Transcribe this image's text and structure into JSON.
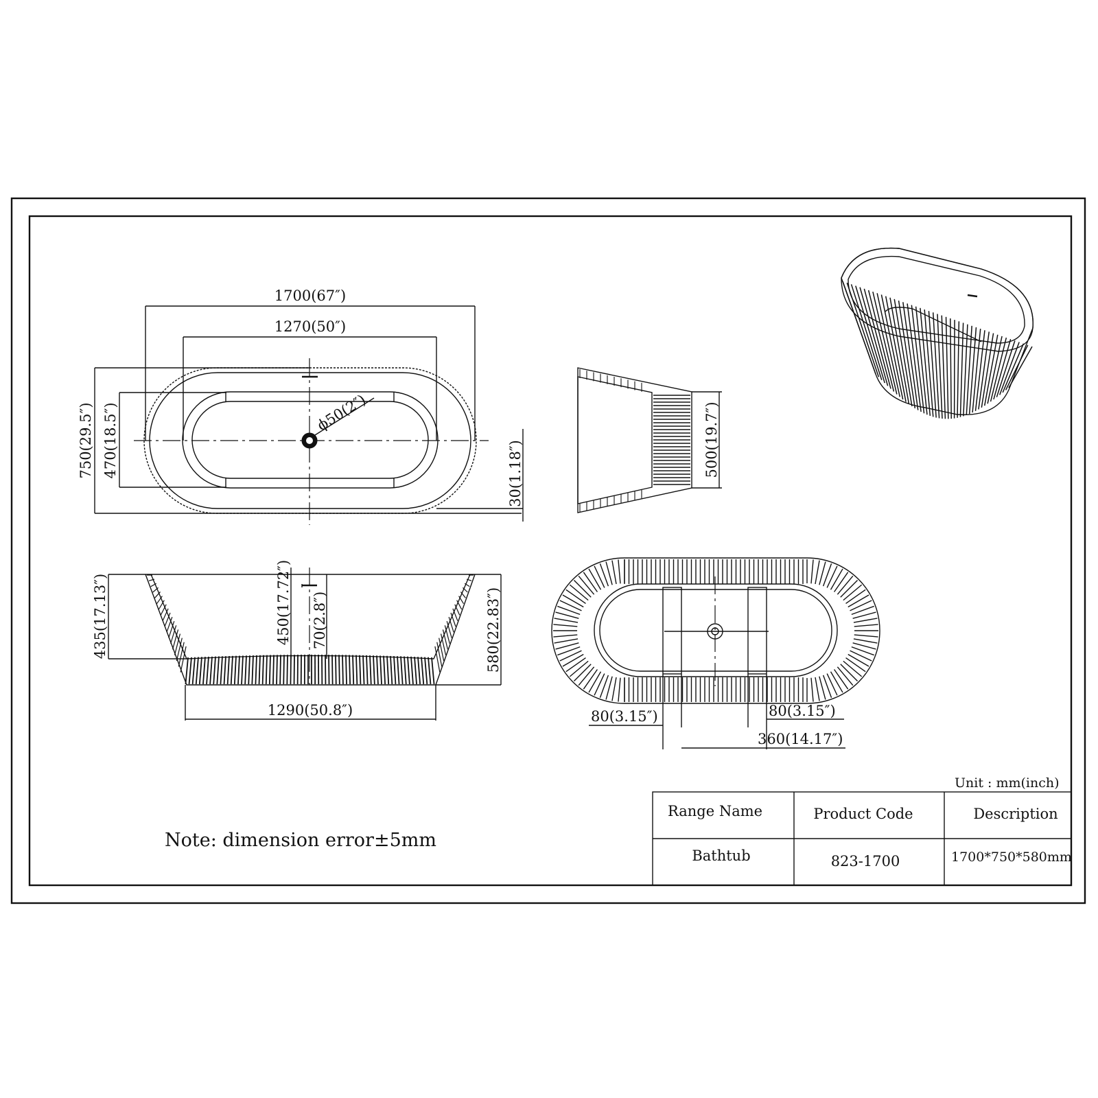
{
  "drawing": {
    "unit_label": "Unit : mm(inch)",
    "note": "Note: dimension error±5mm",
    "top_view": {
      "dim_length": "1700(67″)",
      "dim_inner_length": "1270(50″)",
      "dim_width": "750(29.5″)",
      "dim_inner_width": "470(18.5″)",
      "dim_drain": "ϕ50(2″)",
      "dim_rim": "30(1.18″)"
    },
    "end_view": {
      "dim_base_width": "500(19.7″)"
    },
    "side_view": {
      "dim_height_inner": "435(17.13″)",
      "dim_depth": "450(17.72″)",
      "dim_overflow": "70(2.8″)",
      "dim_height": "580(22.83″)",
      "dim_base_length": "1290(50.8″)"
    },
    "bottom_view": {
      "dim_left_foot": "80(3.15″)",
      "dim_right_foot": "80(3.15″)",
      "dim_center": "360(14.17″)"
    }
  },
  "title_block": {
    "headers": [
      "Range Name",
      "Product Code",
      "Description"
    ],
    "values": [
      "Bathtub",
      "823-1700",
      "1700*750*580mm"
    ]
  }
}
